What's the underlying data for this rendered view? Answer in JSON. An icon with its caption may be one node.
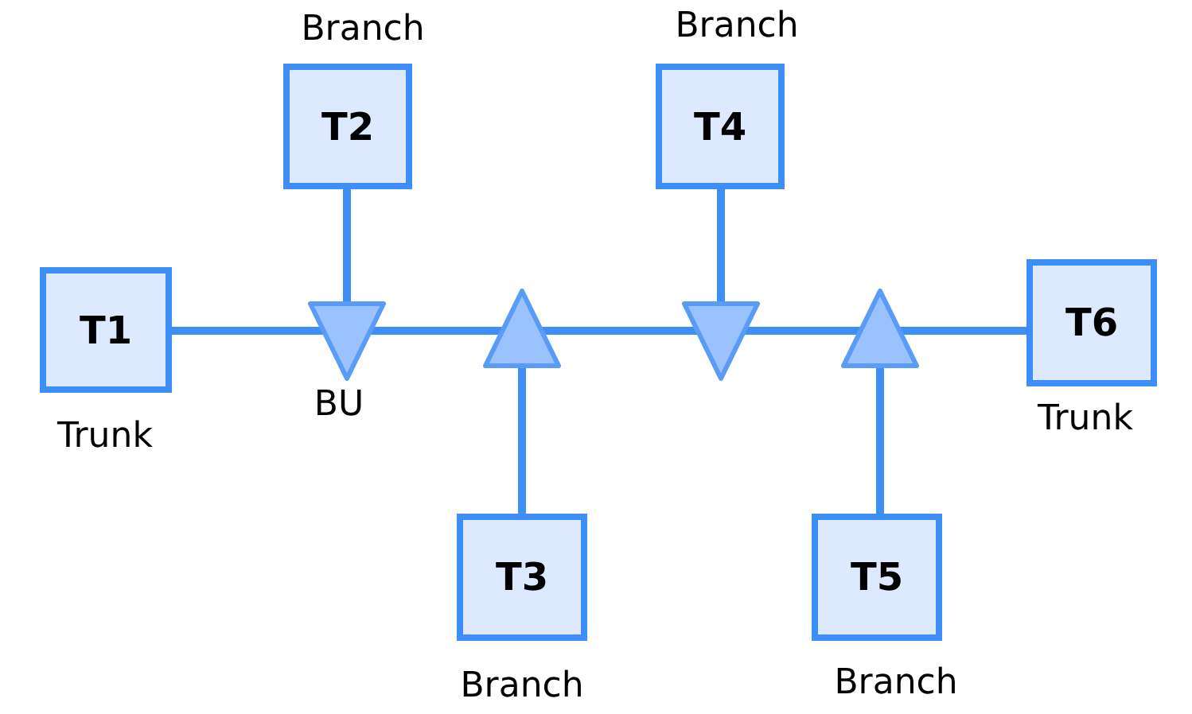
{
  "diagram": {
    "nodes": [
      {
        "text": [
          "T1"
        ],
        "beside": [
          "Trunk"
        ]
      },
      {
        "text": [
          "T2"
        ],
        "beside": [
          "Branch"
        ]
      },
      {
        "text": [],
        "shape": "triangle",
        "beside": [
          "BU"
        ]
      },
      {
        "text": [
          "T3"
        ],
        "beside": [
          "Branch"
        ]
      },
      {
        "text": [],
        "shape": "triangle"
      },
      {
        "text": [
          "T4"
        ],
        "beside": [
          "Branch"
        ]
      },
      {
        "text": [],
        "shape": "triangle"
      },
      {
        "text": [
          "T5"
        ],
        "beside": [
          "Branch"
        ]
      },
      {
        "text": [],
        "shape": "triangle"
      },
      {
        "text": [
          "T6"
        ],
        "beside": [
          "Trunk"
        ]
      }
    ],
    "edges": [
      {
        "from": 0,
        "to": 2,
        "arrow": "none"
      },
      {
        "from": 2,
        "to": 4,
        "arrow": "none"
      },
      {
        "from": 4,
        "to": 6,
        "arrow": "none"
      },
      {
        "from": 6,
        "to": 8,
        "arrow": "none"
      },
      {
        "from": 8,
        "to": 9,
        "arrow": "none"
      },
      {
        "from": 1,
        "to": 2,
        "arrow": "none"
      },
      {
        "from": 4,
        "to": 3,
        "arrow": "none"
      },
      {
        "from": 5,
        "to": 6,
        "arrow": "none"
      },
      {
        "from": 8,
        "to": 7,
        "arrow": "none"
      }
    ]
  }
}
